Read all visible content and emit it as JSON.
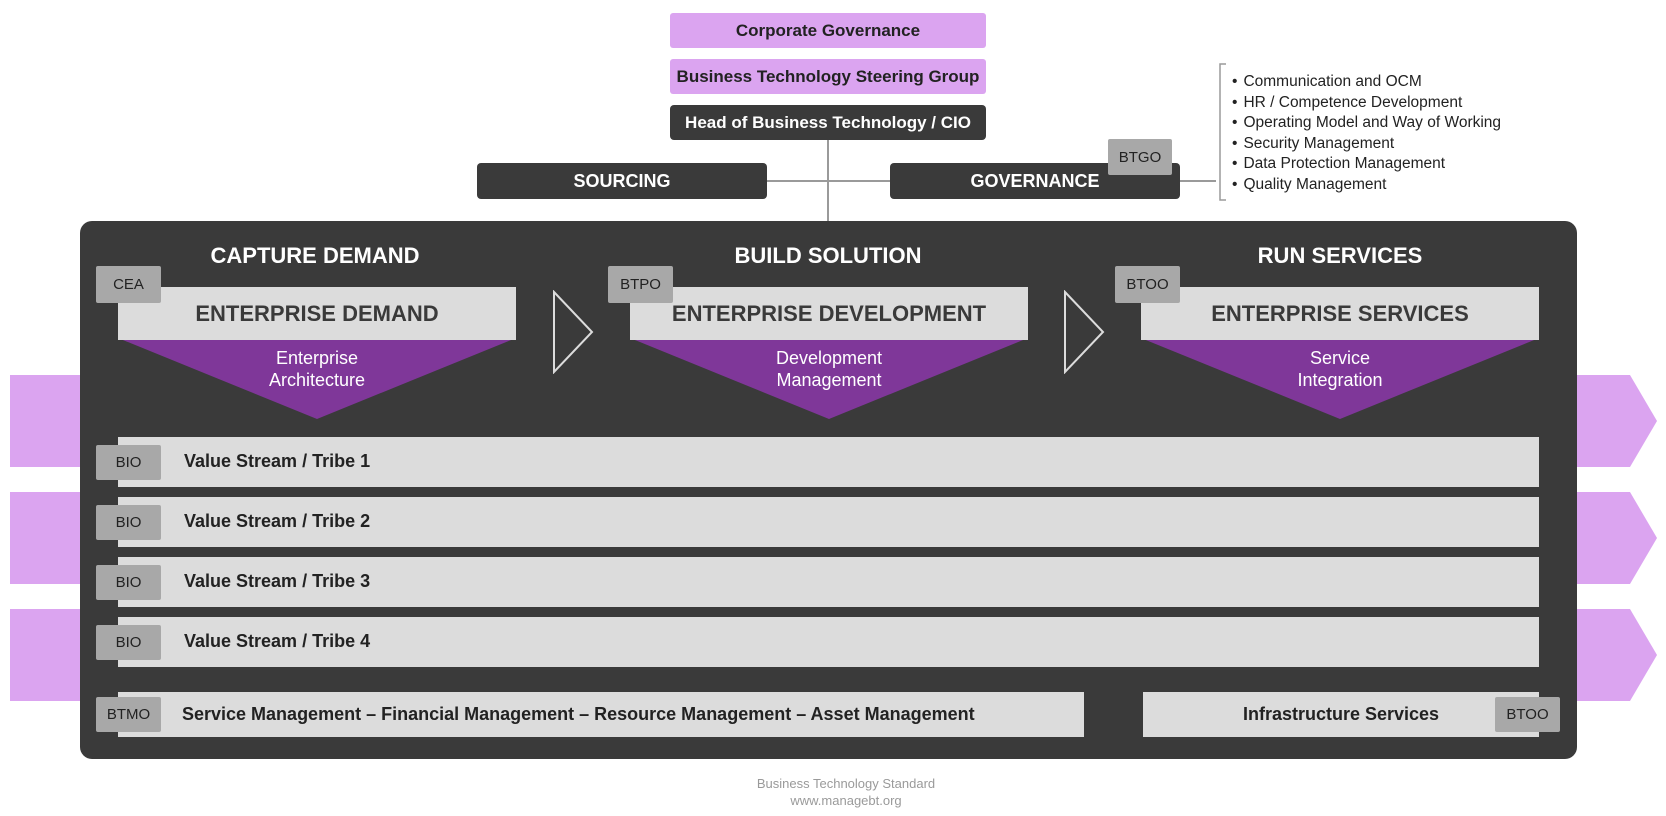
{
  "top": {
    "corporate_governance": "Corporate Governance",
    "steering_group": "Business Technology Steering Group",
    "head": "Head of Business Technology / CIO",
    "sourcing": "SOURCING",
    "governance": "GOVERNANCE",
    "governance_badge": "BTGO"
  },
  "governance_items": [
    "Communication and OCM",
    "HR / Competence Development",
    "Operating Model and Way of Working",
    "Security Management",
    "Data Protection Management",
    "Quality Management"
  ],
  "columns": [
    {
      "title": "CAPTURE DEMAND",
      "badge": "CEA",
      "bar": "ENTERPRISE DEMAND",
      "tri_line1": "Enterprise",
      "tri_line2": "Architecture"
    },
    {
      "title": "BUILD SOLUTION",
      "badge": "BTPO",
      "bar": "ENTERPRISE DEVELOPMENT",
      "tri_line1": "Development",
      "tri_line2": "Management"
    },
    {
      "title": "RUN SERVICES",
      "badge": "BTOO",
      "bar": "ENTERPRISE SERVICES",
      "tri_line1": "Service",
      "tri_line2": "Integration"
    }
  ],
  "streams": [
    {
      "badge": "BIO",
      "label": "Value Stream / Tribe 1"
    },
    {
      "badge": "BIO",
      "label": "Value Stream / Tribe 2"
    },
    {
      "badge": "BIO",
      "label": "Value Stream / Tribe 3"
    },
    {
      "badge": "BIO",
      "label": "Value Stream / Tribe 4"
    }
  ],
  "bottom": {
    "service_badge": "BTMO",
    "service_label": "Service Management – Financial Management – Resource Management – Asset Management",
    "infra_label": "Infrastructure Services",
    "infra_badge": "BTOO"
  },
  "footer": {
    "line1": "Business Technology Standard",
    "line2": "www.managebt.org"
  },
  "colors": {
    "pink": "#dba4f0",
    "purple": "#7f3799",
    "dark": "#3a3a3a",
    "light_gray": "#dcdcdc",
    "badge_gray": "#a8a8a8"
  }
}
